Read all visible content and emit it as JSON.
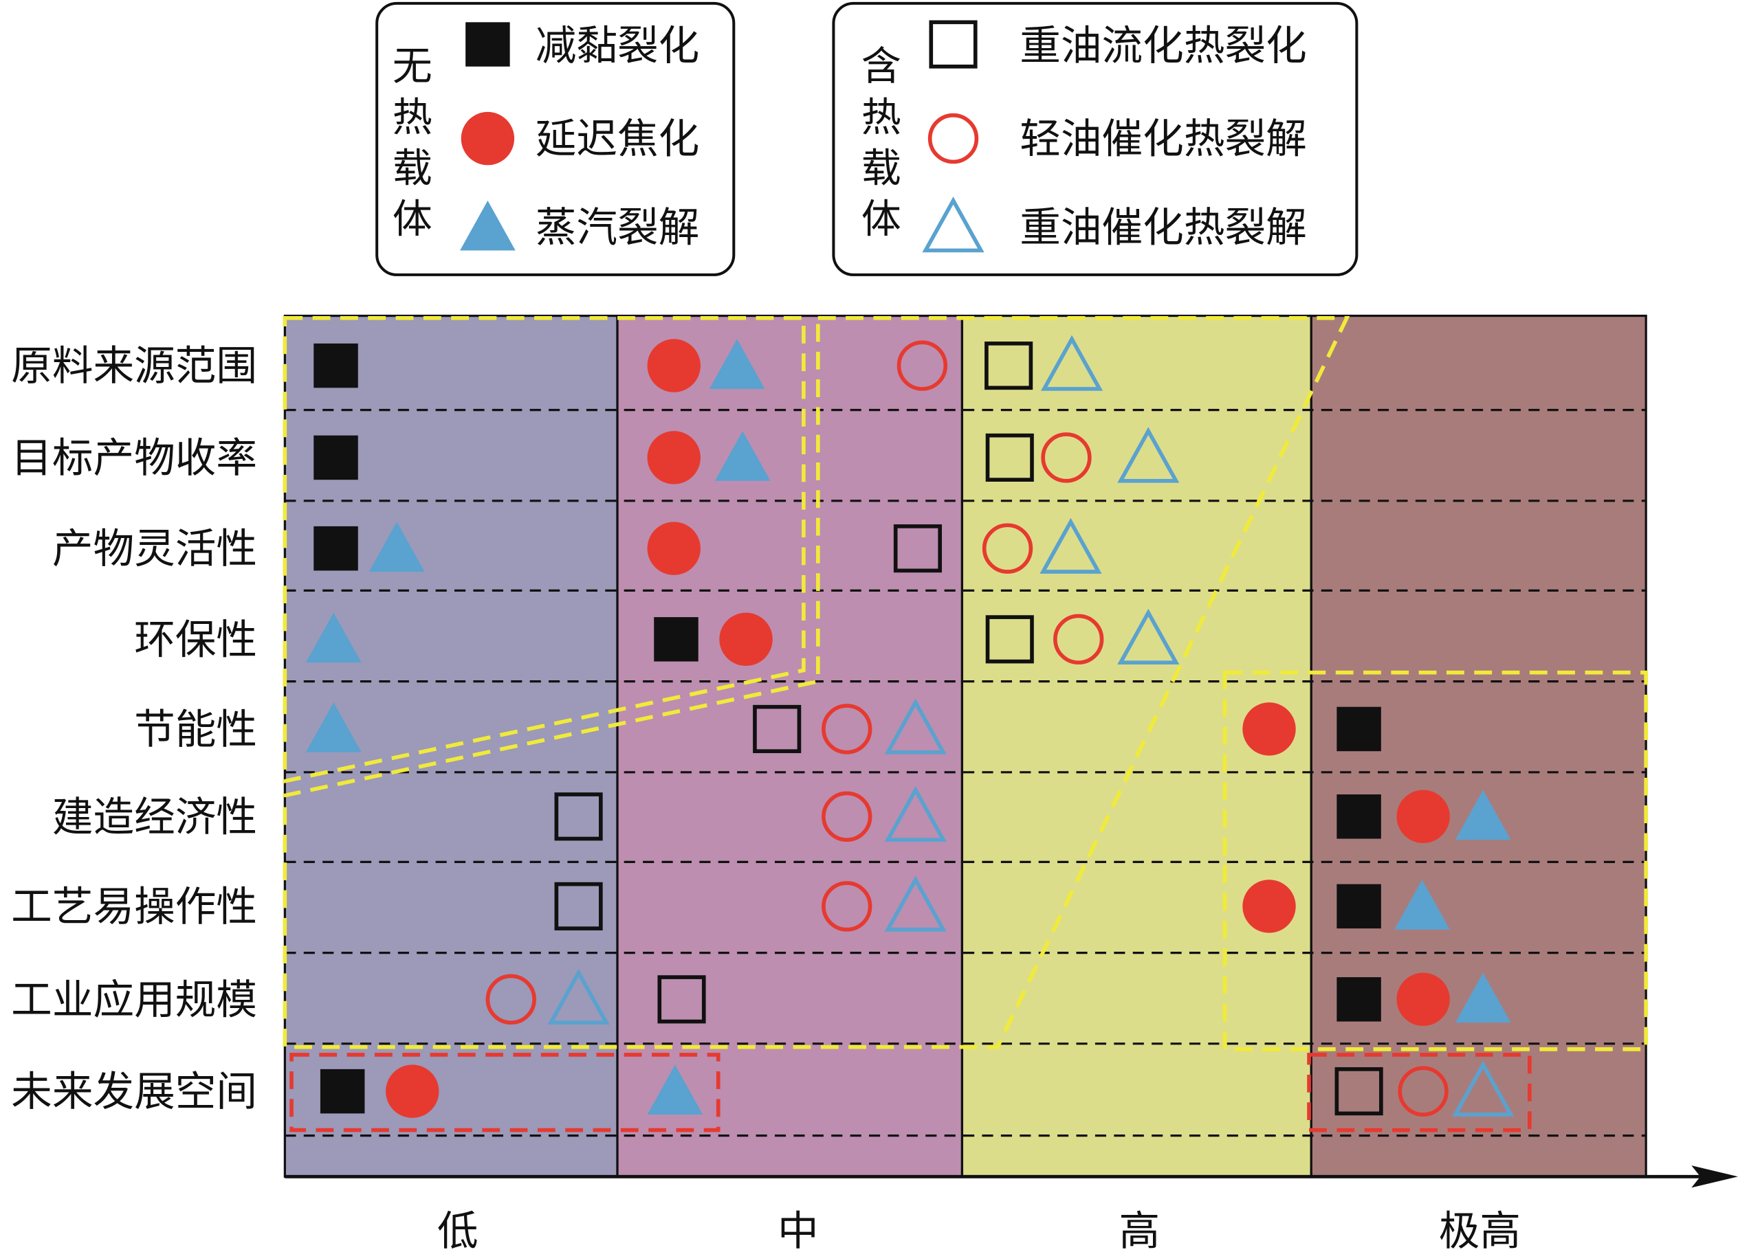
{
  "legend": {
    "group_without": {
      "title_chars": [
        "无",
        "热",
        "载",
        "体"
      ],
      "items": [
        {
          "marker": "filled-square",
          "label": "减黏裂化"
        },
        {
          "marker": "filled-circle",
          "label": "延迟焦化"
        },
        {
          "marker": "filled-triangle",
          "label": "蒸汽裂解"
        }
      ]
    },
    "group_with": {
      "title_chars": [
        "含",
        "热",
        "载",
        "体"
      ],
      "items": [
        {
          "marker": "open-square",
          "label": "重油流化热裂化"
        },
        {
          "marker": "open-circle",
          "label": "轻油催化热裂解"
        },
        {
          "marker": "open-triangle",
          "label": "重油催化热裂解"
        }
      ]
    }
  },
  "levels": [
    "低",
    "中",
    "高",
    "极高"
  ],
  "rows": [
    {
      "label": "原料来源范围",
      "markers": [
        [
          "filled-square",
          "低"
        ],
        [
          "filled-circle",
          "中"
        ],
        [
          "filled-triangle",
          "中"
        ],
        [
          "open-circle",
          "中"
        ],
        [
          "open-square",
          "高"
        ],
        [
          "open-triangle",
          "高"
        ]
      ]
    },
    {
      "label": "目标产物收率",
      "markers": [
        [
          "filled-square",
          "低"
        ],
        [
          "filled-circle",
          "中"
        ],
        [
          "filled-triangle",
          "中"
        ],
        [
          "open-square",
          "高"
        ],
        [
          "open-circle",
          "高"
        ],
        [
          "open-triangle",
          "高"
        ]
      ]
    },
    {
      "label": "产物灵活性",
      "markers": [
        [
          "filled-square",
          "低"
        ],
        [
          "filled-triangle",
          "低"
        ],
        [
          "filled-circle",
          "中"
        ],
        [
          "open-square",
          "中"
        ],
        [
          "open-circle",
          "高"
        ],
        [
          "open-triangle",
          "高"
        ]
      ]
    },
    {
      "label": "环保性",
      "markers": [
        [
          "filled-triangle",
          "低"
        ],
        [
          "filled-square",
          "中"
        ],
        [
          "filled-circle",
          "中"
        ],
        [
          "open-square",
          "高"
        ],
        [
          "open-circle",
          "高"
        ],
        [
          "open-triangle",
          "高"
        ]
      ]
    },
    {
      "label": "节能性",
      "markers": [
        [
          "filled-triangle",
          "低"
        ],
        [
          "open-square",
          "中"
        ],
        [
          "open-circle",
          "中"
        ],
        [
          "open-triangle",
          "中"
        ],
        [
          "filled-circle",
          "高"
        ],
        [
          "filled-square",
          "极高"
        ]
      ]
    },
    {
      "label": "建造经济性",
      "markers": [
        [
          "open-square",
          "低"
        ],
        [
          "open-circle",
          "中"
        ],
        [
          "open-triangle",
          "中"
        ],
        [
          "filled-square",
          "极高"
        ],
        [
          "filled-circle",
          "极高"
        ],
        [
          "filled-triangle",
          "极高"
        ]
      ]
    },
    {
      "label": "工艺易操作性",
      "markers": [
        [
          "open-square",
          "低"
        ],
        [
          "open-circle",
          "中"
        ],
        [
          "open-triangle",
          "中"
        ],
        [
          "filled-circle",
          "高"
        ],
        [
          "filled-square",
          "极高"
        ],
        [
          "filled-triangle",
          "极高"
        ]
      ]
    },
    {
      "label": "工业应用规模",
      "markers": [
        [
          "open-circle",
          "低"
        ],
        [
          "open-triangle",
          "低"
        ],
        [
          "open-square",
          "中"
        ],
        [
          "filled-square",
          "极高"
        ],
        [
          "filled-circle",
          "极高"
        ],
        [
          "filled-triangle",
          "极高"
        ]
      ]
    },
    {
      "label": "未来发展空间",
      "markers": [
        [
          "filled-square",
          "低"
        ],
        [
          "filled-circle",
          "低"
        ],
        [
          "filled-triangle",
          "中"
        ],
        [
          "open-square",
          "极高"
        ],
        [
          "open-circle",
          "极高"
        ],
        [
          "open-triangle",
          "极高"
        ]
      ]
    }
  ],
  "colors": {
    "low": "#9c99b9",
    "mid": "#bd8eb0",
    "high": "#dcdd8b",
    "very_high": "#a97c7c",
    "square": "#111111",
    "circle": "#e63a30",
    "triangle": "#5aa2cf",
    "yellow_dash": "#f0ea3a",
    "red_dash": "#e63a30"
  }
}
